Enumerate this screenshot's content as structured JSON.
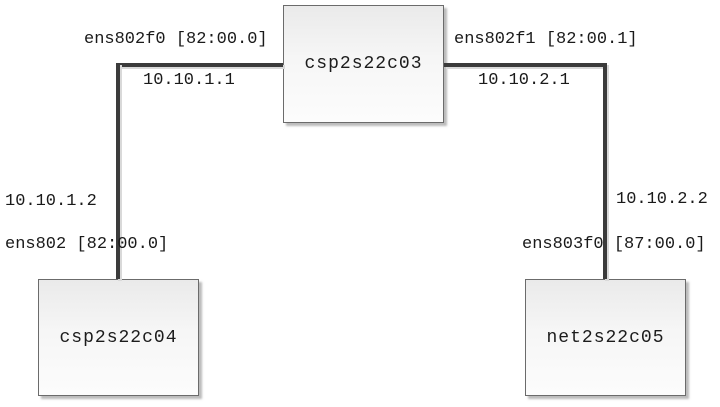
{
  "diagram": {
    "type": "network-topology",
    "nodes": [
      {
        "id": "csp2s22c03",
        "label": "csp2s22c03",
        "role": "top-center"
      },
      {
        "id": "csp2s22c04",
        "label": "csp2s22c04",
        "role": "bottom-left"
      },
      {
        "id": "net2s22c05",
        "label": "net2s22c05",
        "role": "bottom-right"
      }
    ],
    "links": [
      {
        "from": "csp2s22c03",
        "to": "csp2s22c04",
        "top_interface": "ens802f0 [82:00.0]",
        "top_ip": "10.10.1.1",
        "bottom_ip": "10.10.1.2",
        "bottom_interface": "ens802 [82:00.0]"
      },
      {
        "from": "csp2s22c03",
        "to": "net2s22c05",
        "top_interface": "ens802f1 [82:00.1]",
        "top_ip": "10.10.2.1",
        "bottom_ip": "10.10.2.2",
        "bottom_interface": "ens803f0 [87:00.0]"
      }
    ],
    "colors": {
      "background": "#ffffff",
      "link_line": "#3b3b3b",
      "label_text": "#1a1a1a",
      "node_border": "#6b6b6b",
      "node_fill_top": "#eaeaea",
      "node_fill_bottom": "#fcfcfc",
      "shadow": "#d9d9d9"
    }
  }
}
